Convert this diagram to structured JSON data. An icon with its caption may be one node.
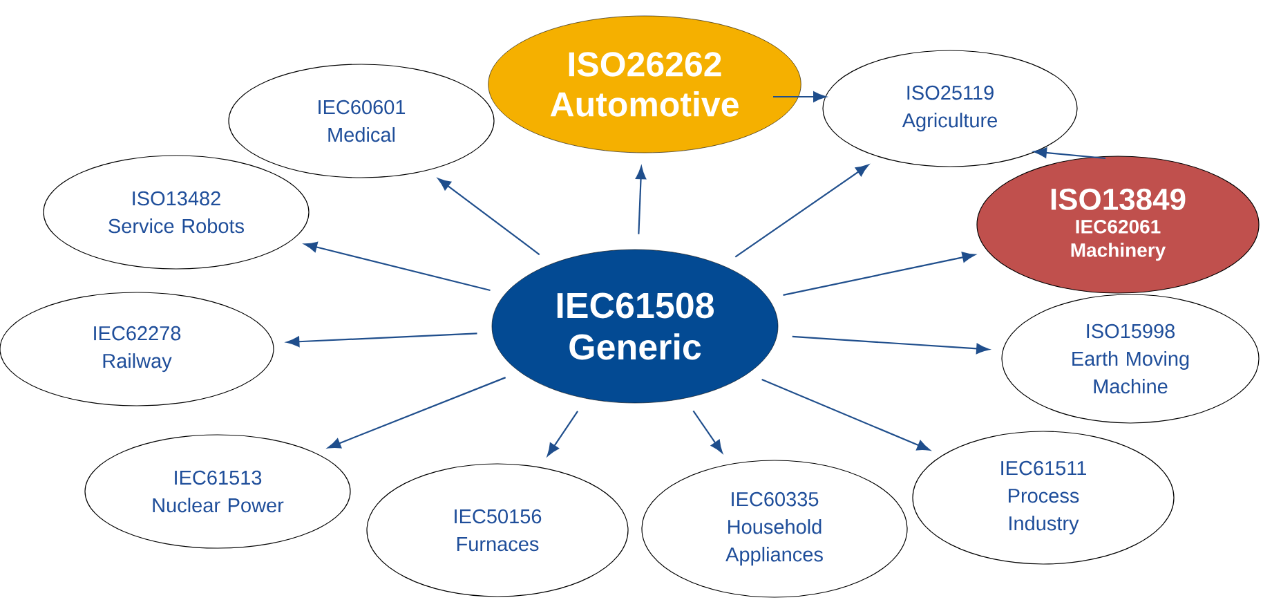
{
  "diagram": {
    "nodes": [
      {
        "text": [
          "ISO26262 Automotive"
        ]
      },
      {
        "text": [
          "IEC60601 Medical"
        ]
      },
      {
        "text": [
          "ISO25119 Agriculture"
        ]
      },
      {
        "text": [
          "ISO13482 Service Robots"
        ]
      },
      {
        "text": [
          "ISO13849",
          "IEC62061 Machinery"
        ]
      },
      {
        "text": [
          "IEC62278 Railway"
        ]
      },
      {
        "text": [
          "IEC61508 Generic"
        ]
      },
      {
        "text": [
          "ISO15998 Earth Moving Machine"
        ]
      },
      {
        "text": [
          "IEC61513 Nuclear Power"
        ]
      },
      {
        "text": [
          "IEC50156 Furnaces"
        ]
      },
      {
        "text": [
          "IEC60335 Household Appliances"
        ]
      },
      {
        "text": [
          "IEC61511 Process Industry"
        ]
      }
    ],
    "edges": [
      {
        "from": 6,
        "to": 0,
        "arrow": "to"
      },
      {
        "from": 6,
        "to": 1,
        "arrow": "to"
      },
      {
        "from": 6,
        "to": 2,
        "arrow": "to"
      },
      {
        "from": 6,
        "to": 3,
        "arrow": "to"
      },
      {
        "from": 6,
        "to": 4,
        "arrow": "to"
      },
      {
        "from": 6,
        "to": 5,
        "arrow": "to"
      },
      {
        "from": 6,
        "to": 7,
        "arrow": "to"
      },
      {
        "from": 6,
        "to": 8,
        "arrow": "to"
      },
      {
        "from": 6,
        "to": 9,
        "arrow": "to"
      },
      {
        "from": 6,
        "to": 10,
        "arrow": "to"
      },
      {
        "from": 6,
        "to": 11,
        "arrow": "to"
      },
      {
        "from": 0,
        "to": 2,
        "arrow": "to"
      },
      {
        "from": 4,
        "to": 2,
        "arrow": "to"
      }
    ]
  }
}
